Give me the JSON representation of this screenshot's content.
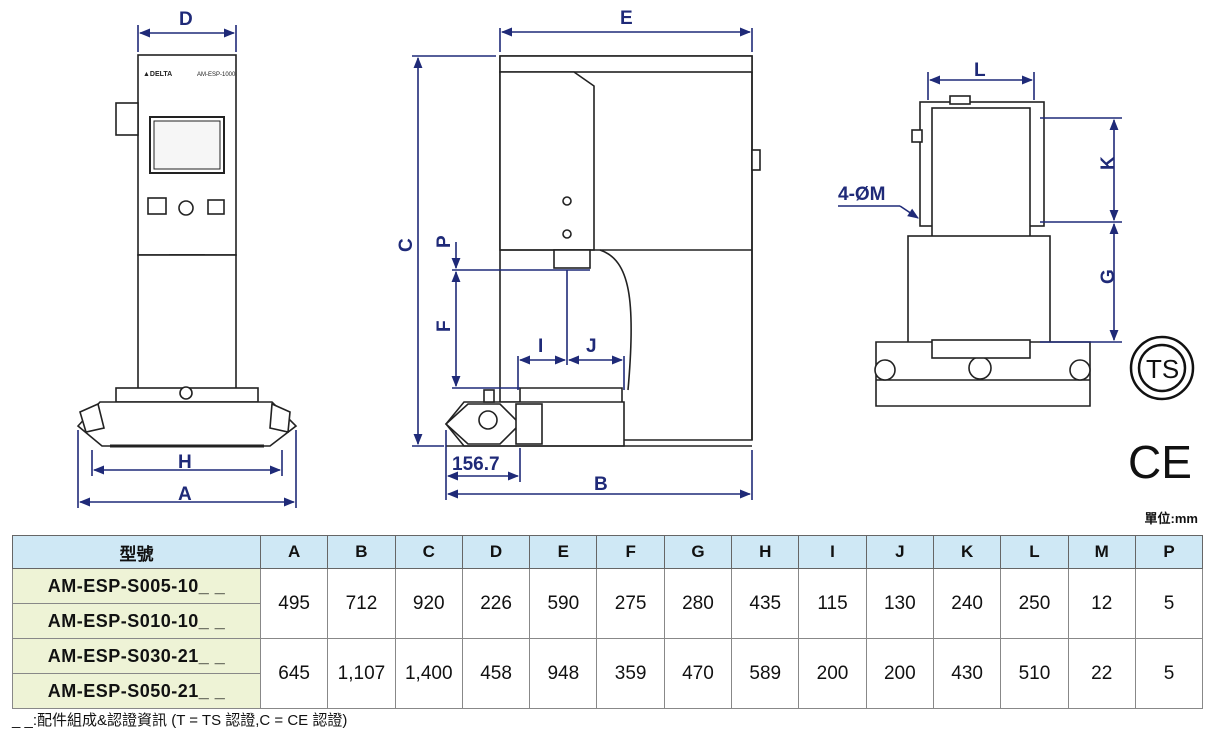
{
  "drawing": {
    "front_labels": {
      "D": "D",
      "H": "H",
      "A": "A"
    },
    "front_panel": {
      "brand": "▲DELTA",
      "model": "AM-ESP-1000"
    },
    "side_labels": {
      "E": "E",
      "C": "C",
      "P": "P",
      "F": "F",
      "I": "I",
      "J": "J",
      "B": "B",
      "dim_156": "156.7"
    },
    "top_labels": {
      "L": "L",
      "K": "K",
      "G": "G",
      "M": "4-ØM"
    },
    "marks": {
      "ts": "TS",
      "ce": "CE"
    }
  },
  "unit_note": "單位:mm",
  "table": {
    "headers": [
      "型號",
      "A",
      "B",
      "C",
      "D",
      "E",
      "F",
      "G",
      "H",
      "I",
      "J",
      "K",
      "L",
      "M",
      "P"
    ],
    "groups": [
      {
        "models": [
          "AM-ESP-S005-10_ _",
          "AM-ESP-S010-10_ _"
        ],
        "values": [
          "495",
          "712",
          "920",
          "226",
          "590",
          "275",
          "280",
          "435",
          "115",
          "130",
          "240",
          "250",
          "12",
          "5"
        ]
      },
      {
        "models": [
          "AM-ESP-S030-21_ _",
          "AM-ESP-S050-21_ _"
        ],
        "values": [
          "645",
          "1,107",
          "1,400",
          "458",
          "948",
          "359",
          "470",
          "589",
          "200",
          "200",
          "430",
          "510",
          "22",
          "5"
        ]
      }
    ]
  },
  "footnote": "_ _:配件組成&認證資訊 (T = TS 認證,C = CE 認證)",
  "colors": {
    "dim_line": "#1f2a78",
    "header_bg": "#cfe8f5",
    "model_bg": "#eef3d6"
  }
}
